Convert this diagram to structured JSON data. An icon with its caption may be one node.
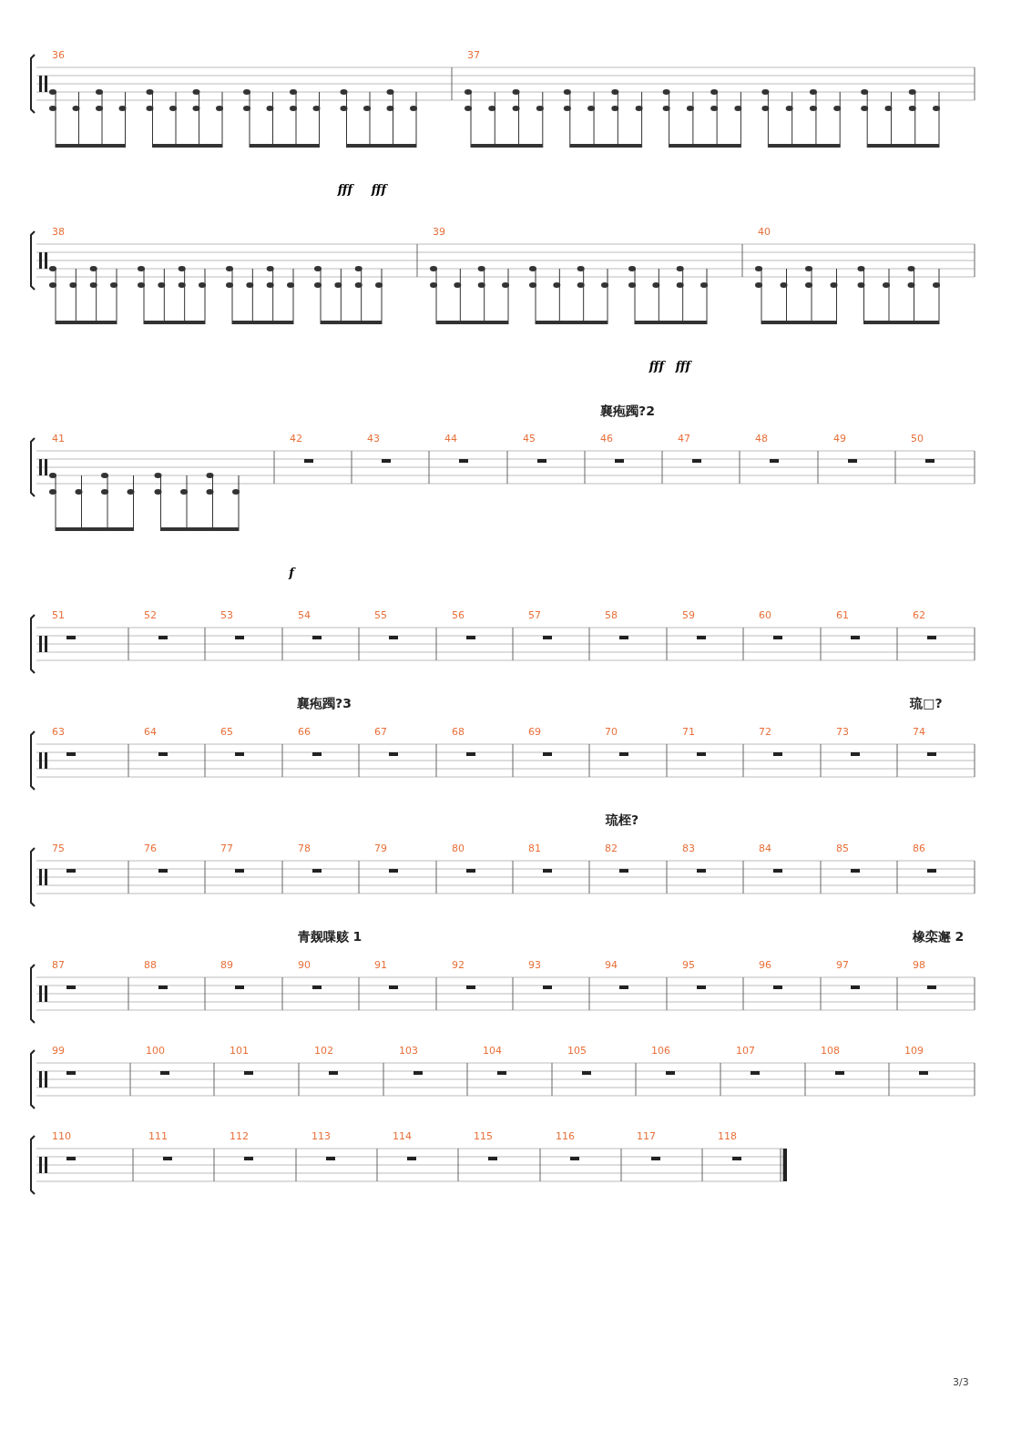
{
  "diagram": {
    "labels": [
      "36",
      "37",
      "fff",
      "fff",
      "38",
      "39",
      "40",
      "fff",
      "fff",
      "襄疱躅?2",
      "41",
      "42",
      "43",
      "44",
      "45",
      "46",
      "47",
      "48",
      "49",
      "50",
      "f",
      "51",
      "52",
      "53",
      "54",
      "55",
      "56",
      "57",
      "58",
      "59",
      "60",
      "61",
      "62",
      "襄疱躅?3",
      "琉□?",
      "63",
      "64",
      "65",
      "66",
      "67",
      "68",
      "69",
      "70",
      "71",
      "72",
      "73",
      "74",
      "琉桎?",
      "75",
      "76",
      "77",
      "78",
      "79",
      "80",
      "81",
      "82",
      "83",
      "84",
      "85",
      "86",
      "青觌喋赅 1",
      "橡栾邂 2",
      "87",
      "88",
      "89",
      "90",
      "91",
      "92",
      "93",
      "94",
      "95",
      "96",
      "97",
      "98",
      "99",
      "100",
      "101",
      "102",
      "103",
      "104",
      "105",
      "106",
      "107",
      "108",
      "109",
      "110",
      "111",
      "112",
      "113",
      "114",
      "115",
      "116",
      "117",
      "118",
      "3/3"
    ]
  }
}
